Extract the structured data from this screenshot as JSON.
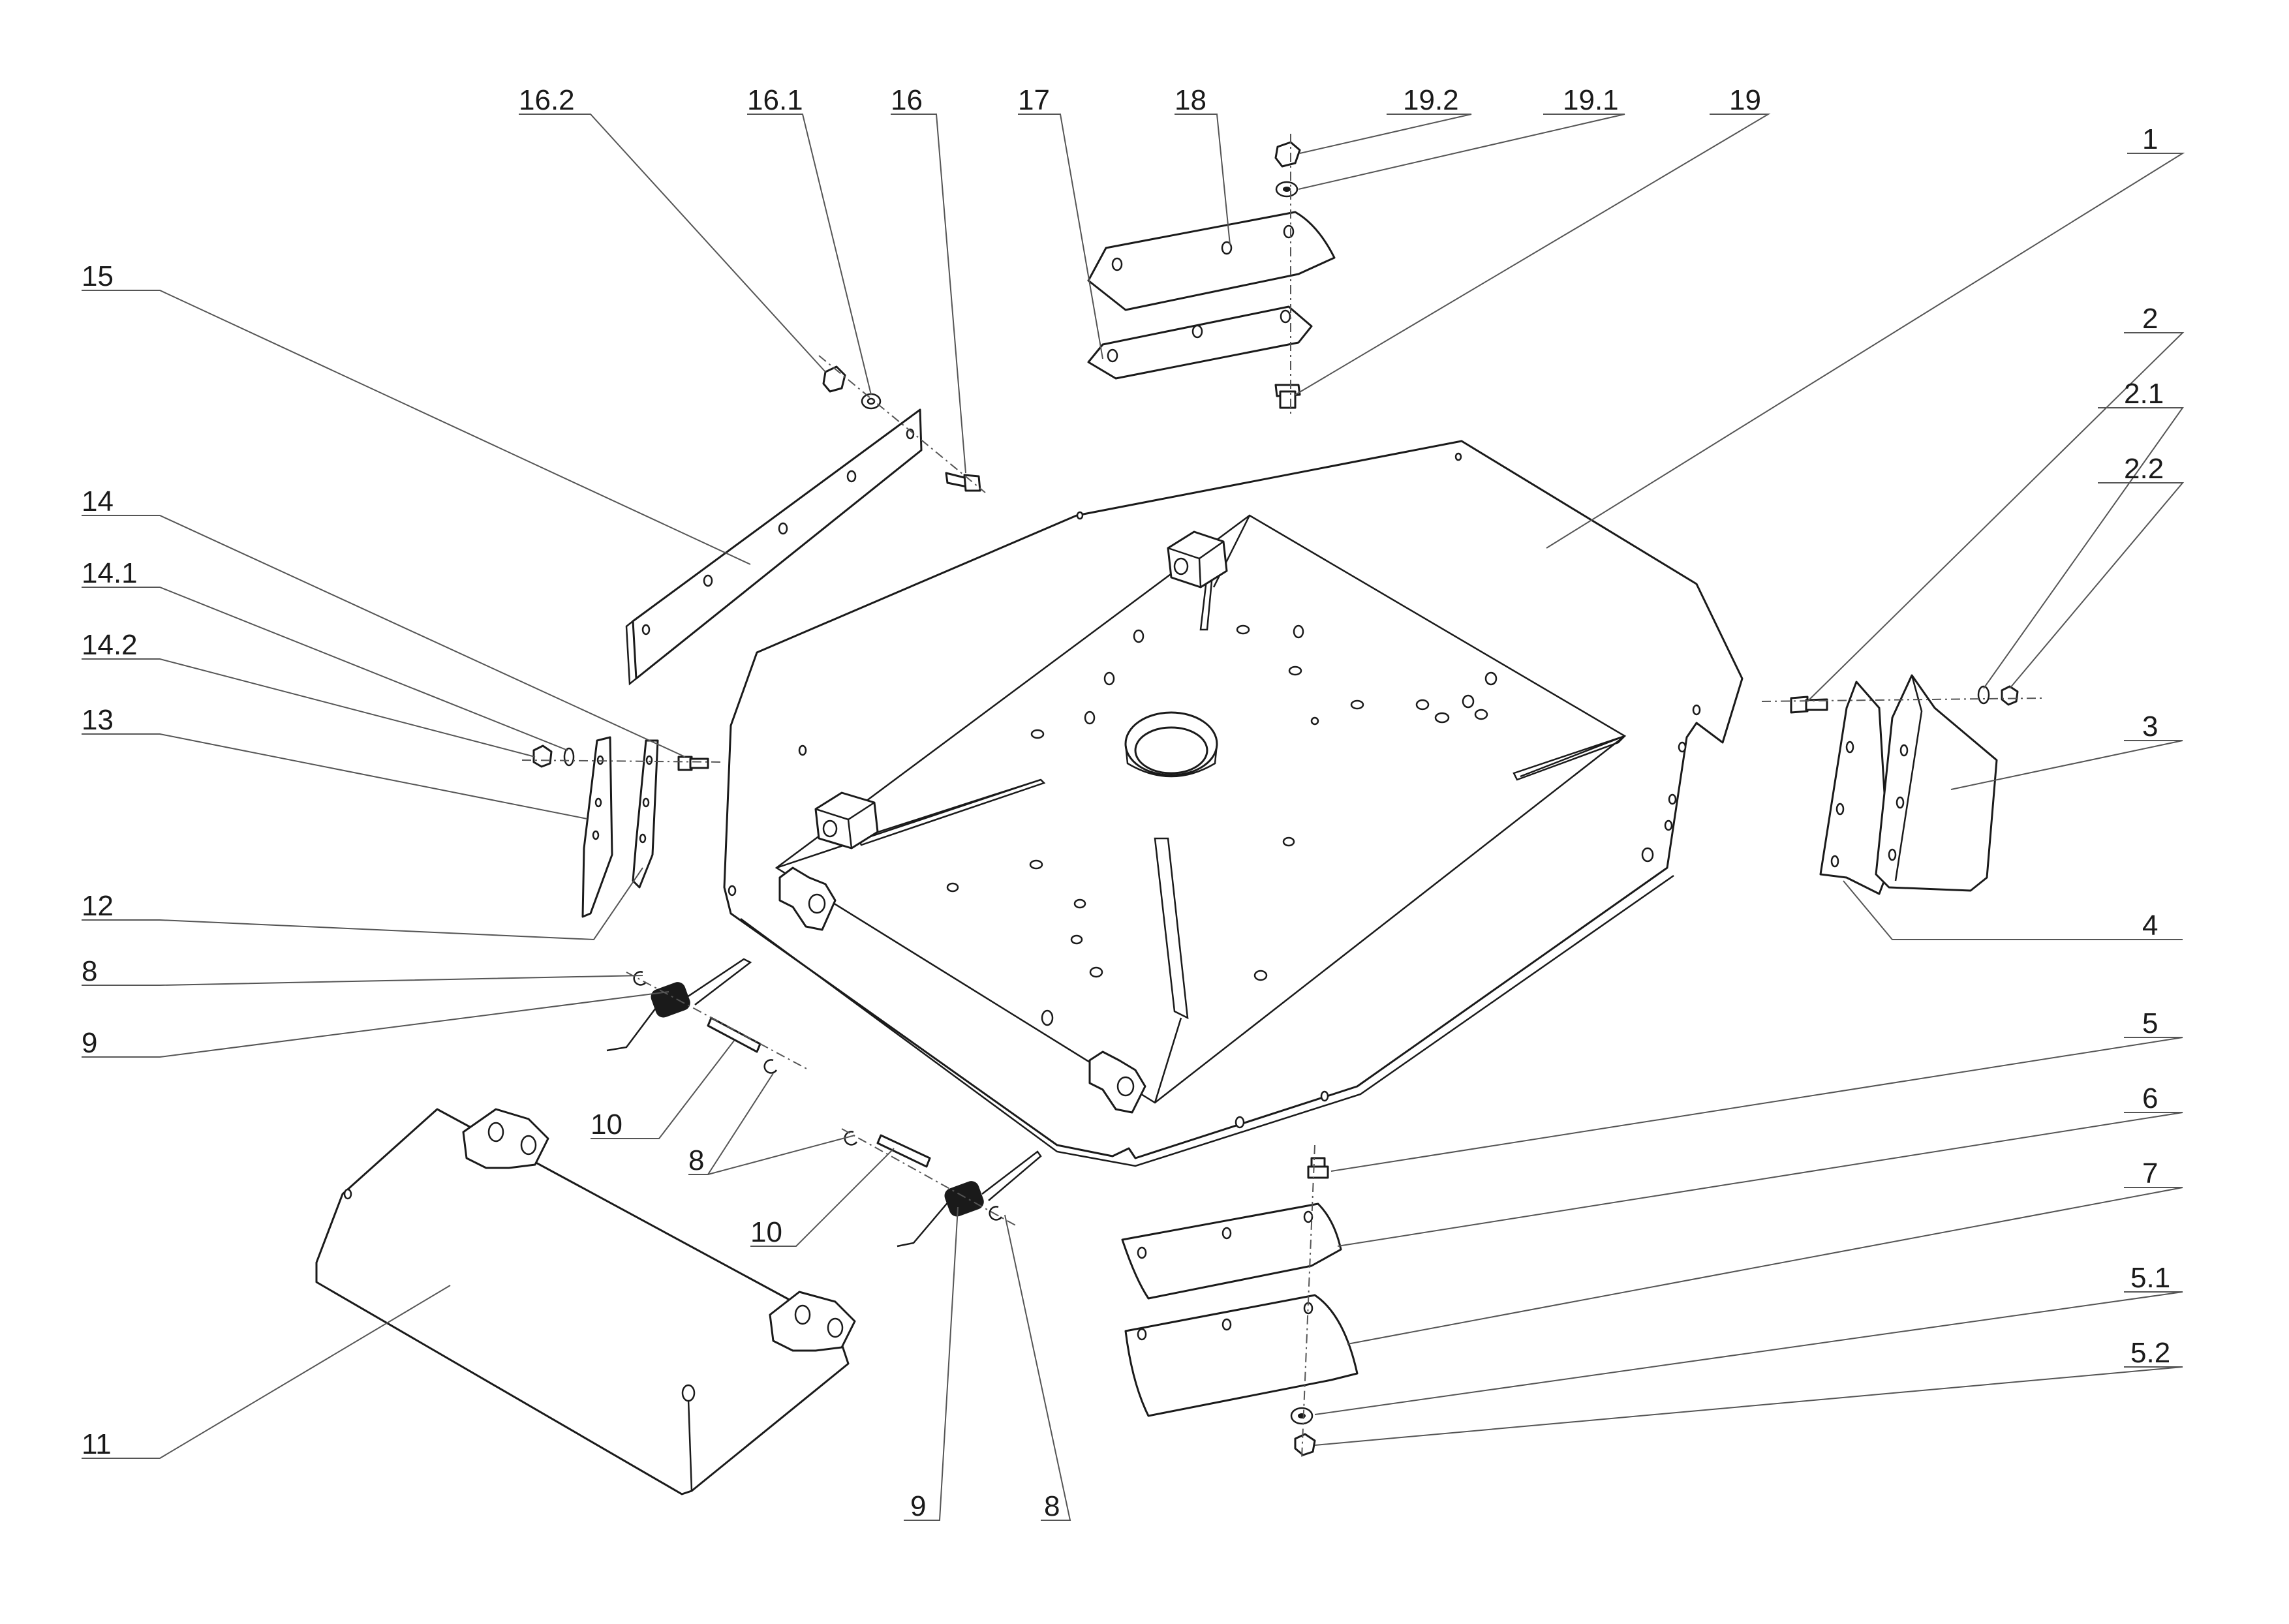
{
  "callouts": [
    {
      "id": "c-16-2",
      "label": "16.2"
    },
    {
      "id": "c-16-1",
      "label": "16.1"
    },
    {
      "id": "c-16",
      "label": "16"
    },
    {
      "id": "c-17",
      "label": "17"
    },
    {
      "id": "c-18",
      "label": "18"
    },
    {
      "id": "c-19-2",
      "label": "19.2"
    },
    {
      "id": "c-19-1",
      "label": "19.1"
    },
    {
      "id": "c-19",
      "label": "19"
    },
    {
      "id": "c-1",
      "label": "1"
    },
    {
      "id": "c-15",
      "label": "15"
    },
    {
      "id": "c-2",
      "label": "2"
    },
    {
      "id": "c-2-1",
      "label": "2.1"
    },
    {
      "id": "c-2-2",
      "label": "2.2"
    },
    {
      "id": "c-14",
      "label": "14"
    },
    {
      "id": "c-14-1",
      "label": "14.1"
    },
    {
      "id": "c-14-2",
      "label": "14.2"
    },
    {
      "id": "c-13",
      "label": "13"
    },
    {
      "id": "c-3",
      "label": "3"
    },
    {
      "id": "c-12",
      "label": "12"
    },
    {
      "id": "c-4",
      "label": "4"
    },
    {
      "id": "c-8-a",
      "label": "8"
    },
    {
      "id": "c-9-a",
      "label": "9"
    },
    {
      "id": "c-5",
      "label": "5"
    },
    {
      "id": "c-6",
      "label": "6"
    },
    {
      "id": "c-10-a",
      "label": "10"
    },
    {
      "id": "c-7",
      "label": "7"
    },
    {
      "id": "c-8-b",
      "label": "8"
    },
    {
      "id": "c-10-b",
      "label": "10"
    },
    {
      "id": "c-5-1",
      "label": "5.1"
    },
    {
      "id": "c-5-2",
      "label": "5.2"
    },
    {
      "id": "c-11",
      "label": "11"
    },
    {
      "id": "c-9-b",
      "label": "9"
    },
    {
      "id": "c-8-c",
      "label": "8"
    }
  ]
}
